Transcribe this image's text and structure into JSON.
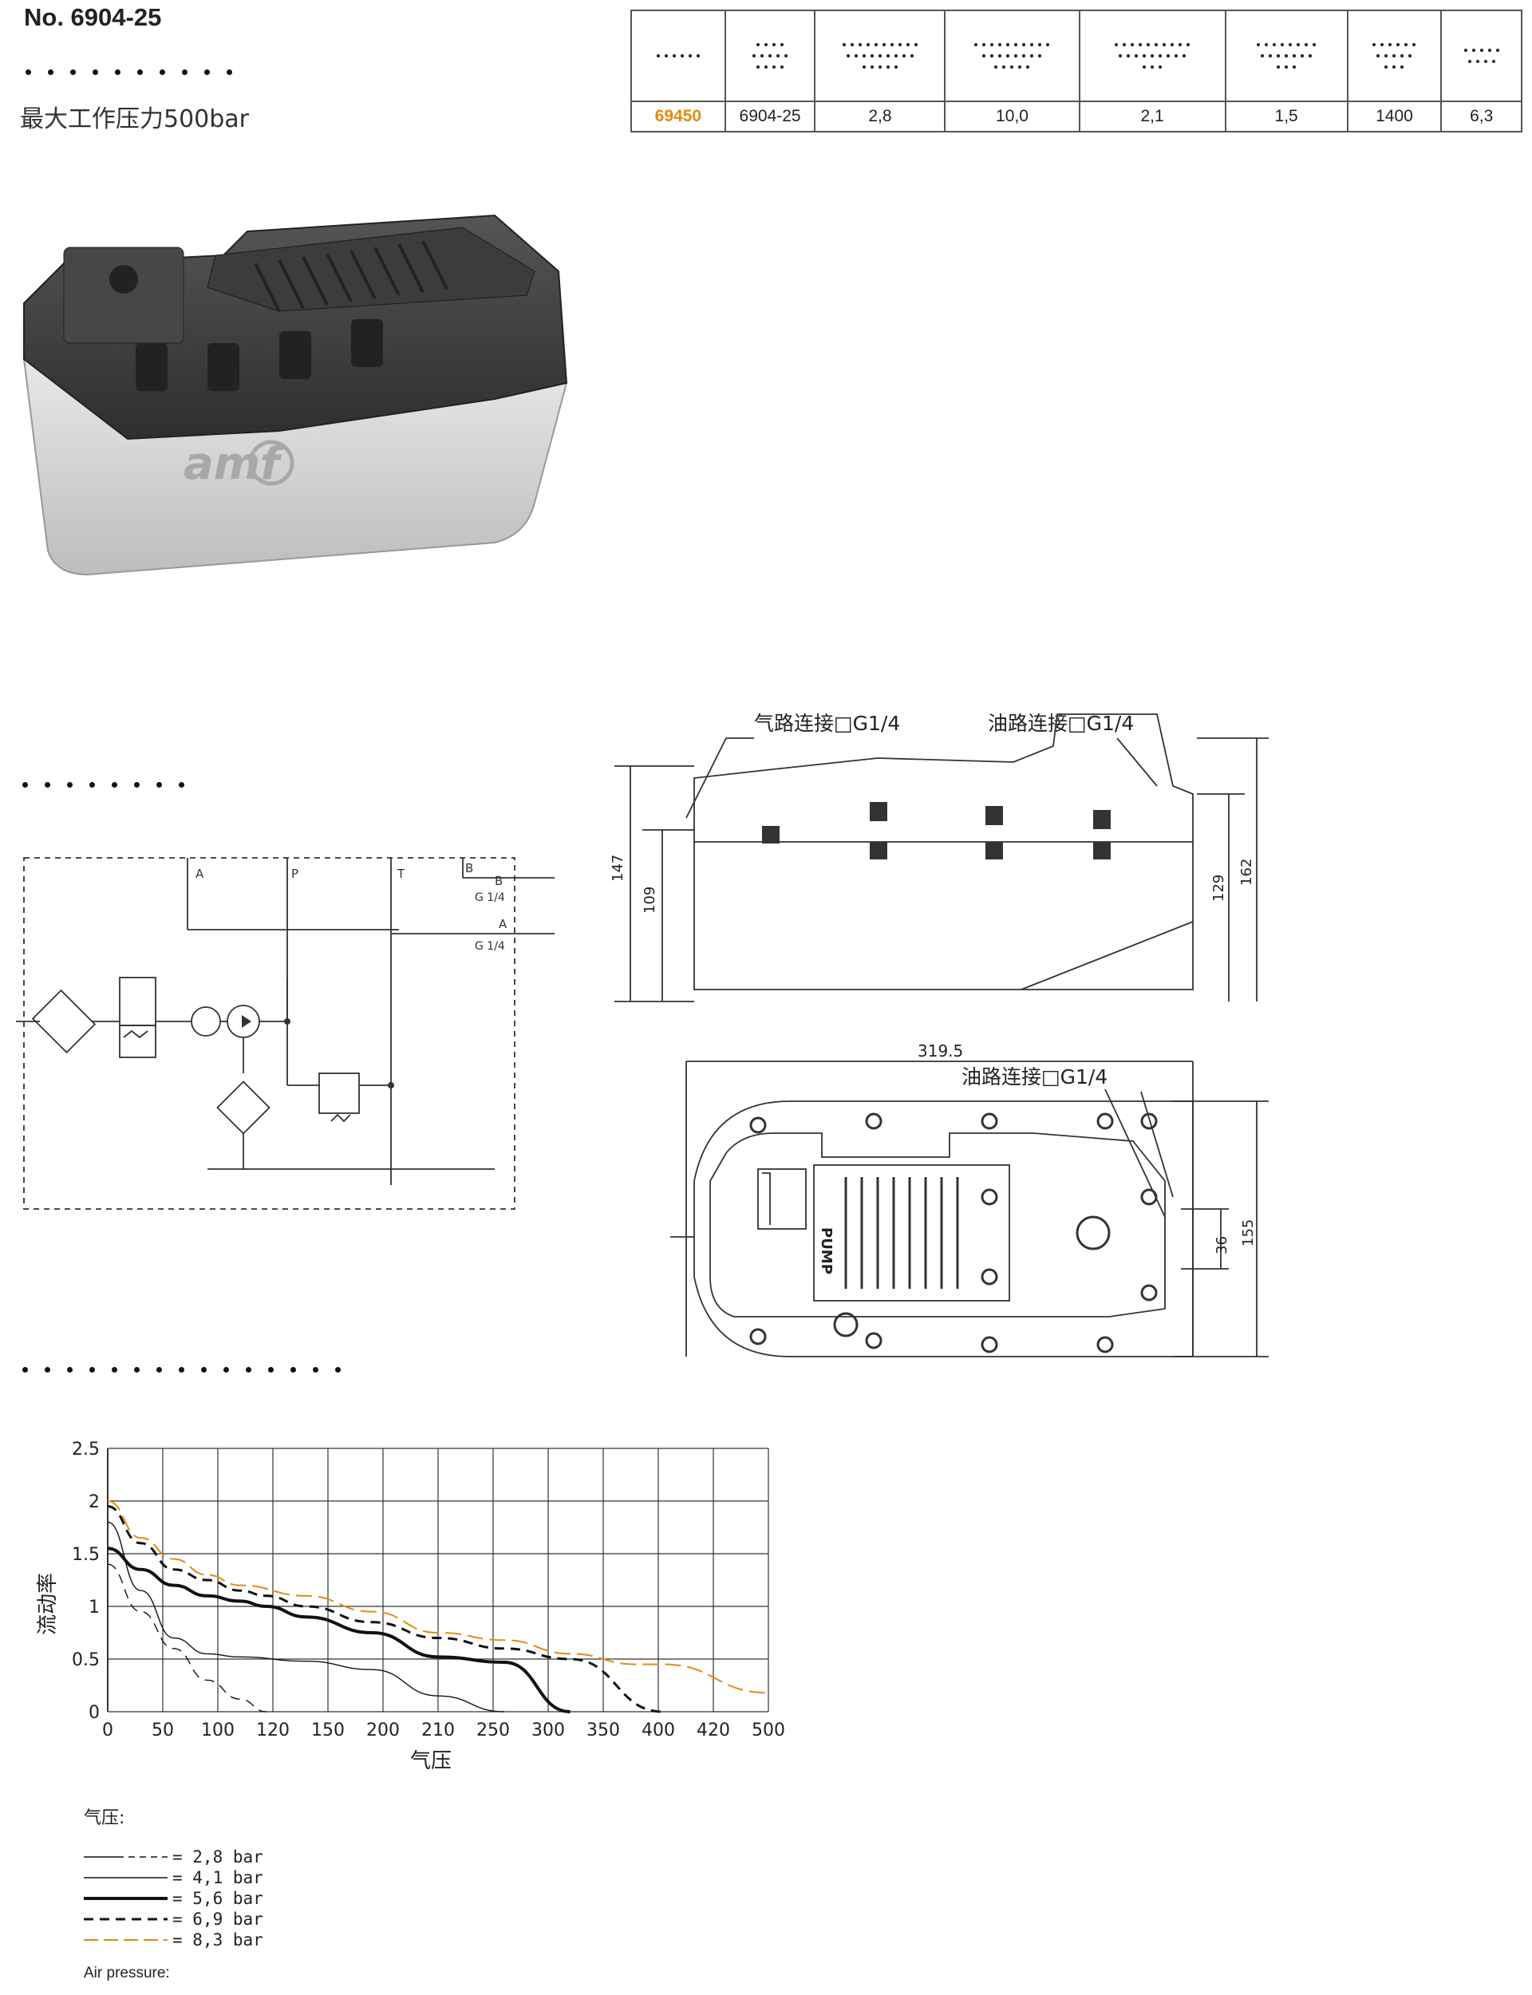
{
  "header": {
    "title": "No. 6904-25",
    "subtitle": "最大工作压力500bar"
  },
  "spec_table": {
    "values": [
      "69450",
      "6904-25",
      "2,8",
      "10,0",
      "2,1",
      "1,5",
      "1400",
      "6,3"
    ],
    "highlight_color": "#e58a10"
  },
  "product_photo": {
    "logo_text": "amf"
  },
  "dimension_drawing": {
    "side_view": {
      "air_connection_label": "气路连接□G1/4",
      "oil_connection_label": "油路连接□G1/4",
      "dims": {
        "d147": "147",
        "d109": "109",
        "d129": "129",
        "d162": "162"
      },
      "pump_label": "PUMP"
    },
    "top_view": {
      "width_label": "319.5",
      "oil_connection_label": "油路连接□G1/4",
      "dims": {
        "d36": "36",
        "d155": "155"
      }
    }
  },
  "hydraulic_schematic": {
    "ports": {
      "A": "A",
      "P": "P",
      "T": "T",
      "B": "B",
      "B2": "B",
      "G1": "G 1/4",
      "A2": "A",
      "G2": "G 1/4"
    }
  },
  "chart_data": {
    "type": "line",
    "title": "",
    "xlabel": "气压",
    "ylabel": "流动率",
    "x_ticks": [
      "0",
      "50",
      "100",
      "120",
      "150",
      "200",
      "210",
      "250",
      "300",
      "350",
      "400",
      "420",
      "500"
    ],
    "y_ticks": [
      "0",
      "0.5",
      "1",
      "1.5",
      "2",
      "2.5"
    ],
    "xlim": [
      0,
      500
    ],
    "ylim": [
      0,
      2.5
    ],
    "grid": true,
    "series": [
      {
        "name": "2,8 bar",
        "style": "thin-dash",
        "x": [
          0,
          25,
          50,
          75,
          100,
          120
        ],
        "y": [
          1.4,
          0.95,
          0.6,
          0.3,
          0.12,
          0
        ]
      },
      {
        "name": "4,1 bar",
        "style": "thin-solid",
        "x": [
          0,
          25,
          50,
          75,
          100,
          150,
          200,
          250,
          300
        ],
        "y": [
          1.8,
          1.15,
          0.7,
          0.55,
          0.52,
          0.48,
          0.4,
          0.15,
          0
        ]
      },
      {
        "name": "5,6 bar",
        "style": "thick-solid",
        "x": [
          0,
          25,
          50,
          75,
          100,
          120,
          150,
          200,
          250,
          300,
          350
        ],
        "y": [
          1.55,
          1.35,
          1.2,
          1.1,
          1.05,
          1.0,
          0.9,
          0.75,
          0.52,
          0.47,
          0
        ]
      },
      {
        "name": "6,9 bar",
        "style": "thick-dash",
        "x": [
          0,
          25,
          50,
          75,
          100,
          120,
          150,
          200,
          250,
          300,
          350,
          420
        ],
        "y": [
          1.95,
          1.6,
          1.35,
          1.25,
          1.15,
          1.1,
          1.0,
          0.85,
          0.7,
          0.6,
          0.5,
          0
        ]
      },
      {
        "name": "8,3 bar",
        "style": "orange-dash",
        "x": [
          0,
          25,
          50,
          75,
          100,
          150,
          200,
          250,
          300,
          350,
          400,
          420,
          500
        ],
        "y": [
          2.0,
          1.65,
          1.45,
          1.3,
          1.2,
          1.1,
          0.95,
          0.75,
          0.68,
          0.55,
          0.45,
          0.45,
          0.18
        ]
      }
    ],
    "colors": {
      "orange": "#e58a10",
      "black": "#111111"
    }
  },
  "legend": {
    "heading": "气压:",
    "items": [
      "= 2,8 bar",
      "= 4,1 bar",
      "= 5,6 bar",
      "= 6,9 bar",
      "= 8,3 bar"
    ],
    "footer": "Air pressure:"
  }
}
